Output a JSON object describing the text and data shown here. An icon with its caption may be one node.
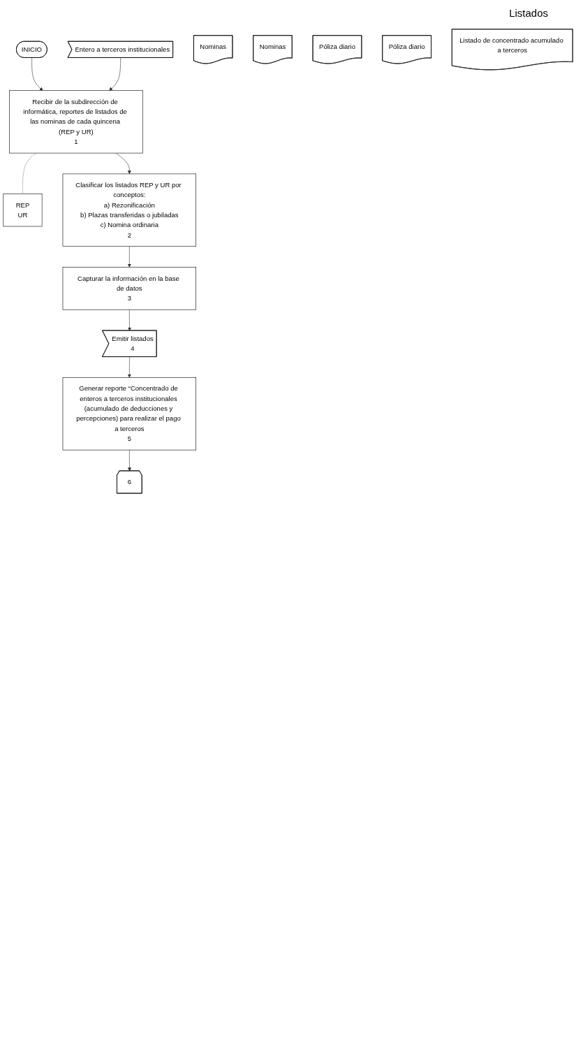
{
  "diagram": {
    "nodes": [
      {
        "text": [
          "INICIO"
        ]
      },
      {
        "text": [
          "Entero a terceros institucionales"
        ]
      },
      {
        "text": [
          "Recibir de la subdirección de informática, reportes de listados de las nominas de cada quincena (REP y UR)",
          "1"
        ]
      },
      {
        "text": [
          "REP",
          "UR"
        ]
      },
      {
        "text": [
          "Nominas"
        ]
      },
      {
        "text": [
          "Clasificar los listados REP y UR por conceptos:",
          "a) Rezonificación",
          "b) Plazas transferidas o jubiladas",
          "c) Nomina ordinaria",
          "2"
        ]
      },
      {
        "text": [
          "Nominas"
        ]
      },
      {
        "text": [
          "Capturar la información en la base de datos",
          "3"
        ]
      },
      {
        "text": [
          "Póliza diario"
        ]
      },
      {
        "text": [
          "Emitir listados",
          "4"
        ]
      },
      {
        "text": [
          "Póliza diario"
        ]
      },
      {
        "text": [
          "Generar reporte “Concentrado de enteros a terceros institucionales (acumulado de deducciones y percepciones) para realizar el pago a terceros",
          "5"
        ]
      },
      {
        "text": [
          "Listado de concentrado acumulado a terceros"
        ]
      },
      {
        "text": [
          "6"
        ]
      }
    ],
    "edges": [
      {
        "from": 0,
        "to": 2,
        "arrow": "to"
      },
      {
        "from": 1,
        "to": 2,
        "arrow": "to"
      },
      {
        "from": 2,
        "to": 3,
        "arrow": "none",
        "style": "dashed"
      },
      {
        "from": 2,
        "to": 5,
        "arrow": "to"
      },
      {
        "from": 5,
        "to": 7,
        "arrow": "to"
      },
      {
        "from": 7,
        "to": 9,
        "arrow": "to"
      },
      {
        "from": 9,
        "to": 11,
        "arrow": "to"
      },
      {
        "from": 11,
        "to": 13,
        "arrow": "to"
      }
    ],
    "labels": [
      "Listados"
    ]
  }
}
